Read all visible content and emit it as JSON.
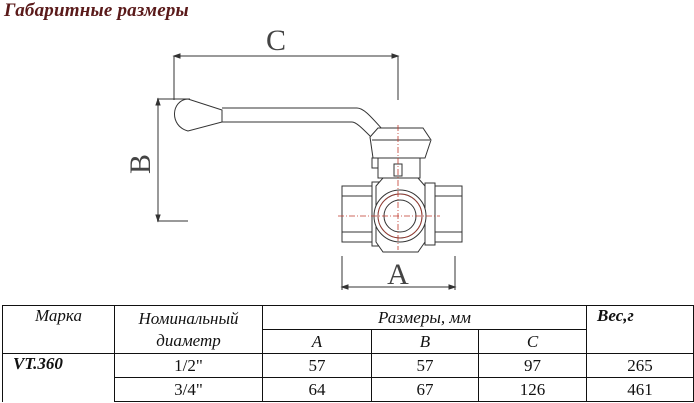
{
  "page": {
    "title": "Габаритные размеры"
  },
  "drawing": {
    "labels": {
      "c": "C",
      "b": "B",
      "a": "A"
    },
    "line_color": "#333333",
    "axis_color": "#c0392b"
  },
  "table": {
    "headers": {
      "mark": "Марка",
      "nominal_diameter_line1": "Номинальный",
      "nominal_diameter_line2": "диаметр",
      "dimensions": "Размеры, мм",
      "dim_a": "A",
      "dim_b": "B",
      "dim_c": "C",
      "weight": "Вес,г"
    },
    "model": "VT.360",
    "rows": [
      {
        "diameter": "1/2\"",
        "a": "57",
        "b": "57",
        "c": "97",
        "weight": "265"
      },
      {
        "diameter": "3/4\"",
        "a": "64",
        "b": "67",
        "c": "126",
        "weight": "461"
      }
    ],
    "accent_color": "#a01c2a"
  }
}
